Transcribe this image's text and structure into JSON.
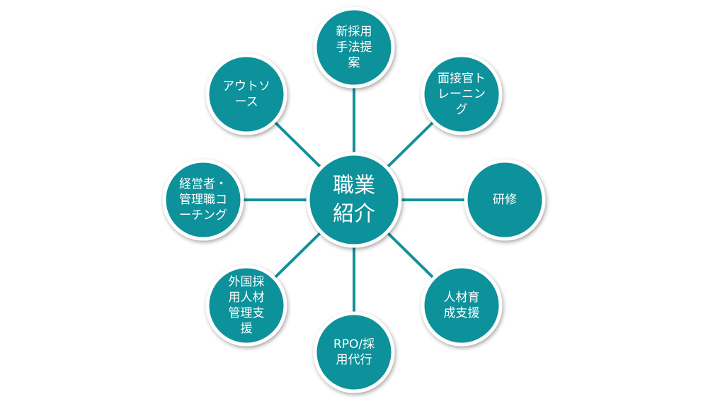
{
  "colors": {
    "node_fill": "#10919a",
    "node_ring": "#ffffff",
    "connector": "#10919a",
    "text": "#ffffff"
  },
  "center": {
    "lines": [
      "職業",
      "紹介"
    ]
  },
  "nodes": [
    {
      "id": "new-hiring-method",
      "lines": [
        "新採用",
        "手法提",
        "案"
      ]
    },
    {
      "id": "interviewer-training",
      "lines": [
        "面接官ト",
        "レーニン",
        "グ"
      ]
    },
    {
      "id": "training",
      "lines": [
        "研修"
      ]
    },
    {
      "id": "talent-development",
      "lines": [
        "人材育",
        "成支援"
      ]
    },
    {
      "id": "rpo",
      "lines": [
        "RPO/採",
        "用代行"
      ]
    },
    {
      "id": "foreign-talent",
      "lines": [
        "外国採",
        "用人材",
        "管理支",
        "援"
      ]
    },
    {
      "id": "executive-coaching",
      "lines": [
        "経営者・",
        "管理職コ",
        "ーチング"
      ]
    },
    {
      "id": "outsourcing",
      "lines": [
        "アウトソ",
        "ース"
      ]
    }
  ]
}
